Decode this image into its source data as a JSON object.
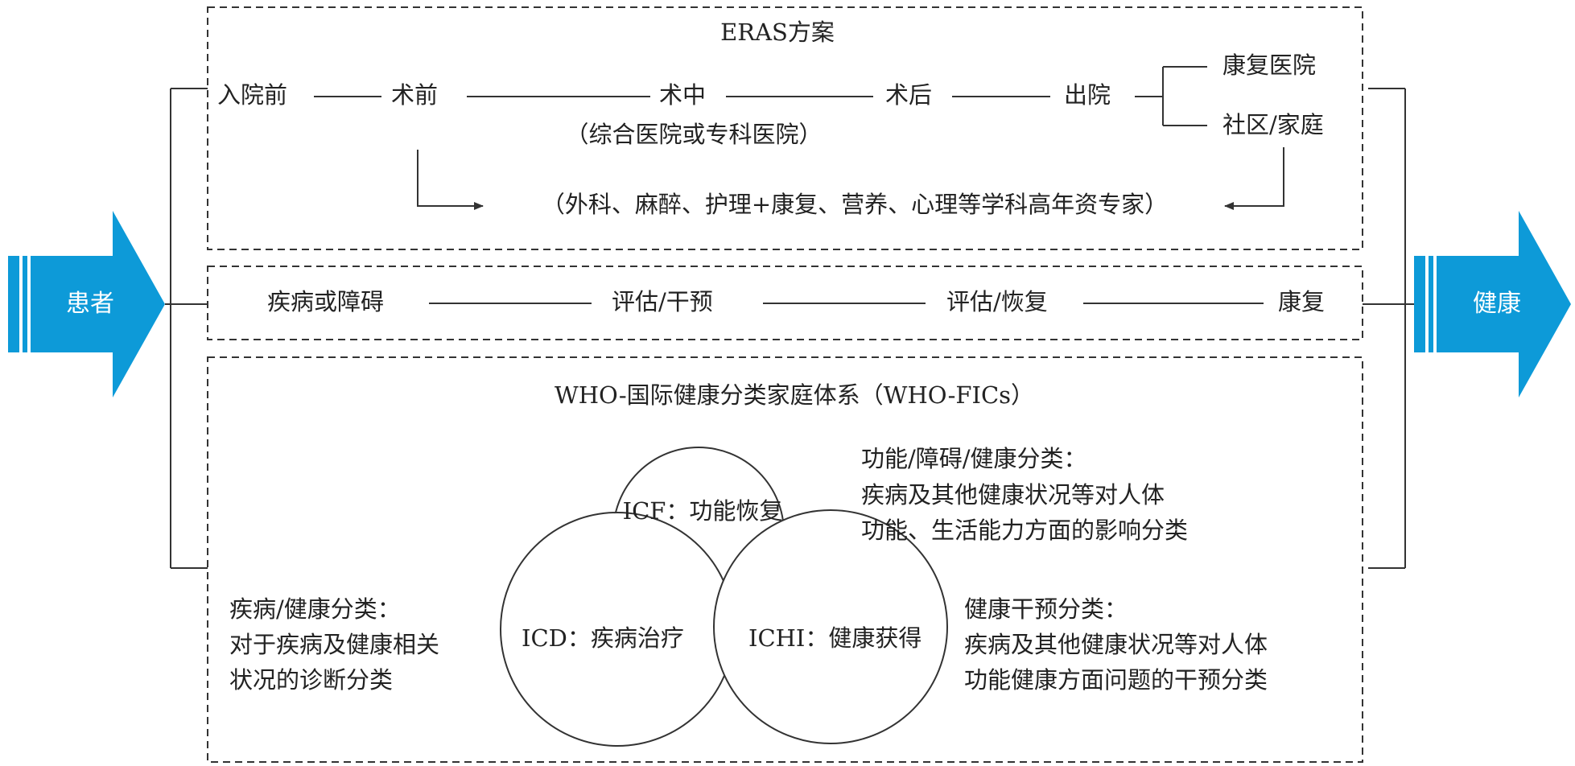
{
  "endpoints": {
    "left": "患者",
    "right": "健康",
    "arrow_color": "#0d9ad8"
  },
  "eras": {
    "title": "ERAS方案",
    "stages": [
      "入院前",
      "术前",
      "术中",
      "术后",
      "出院"
    ],
    "stage_note": "（综合医院或专科医院）",
    "destinations": [
      "康复医院",
      "社区/家庭"
    ],
    "experts": "（外科、麻醉、护理+康复、营养、心理等学科高年资专家）"
  },
  "process": {
    "steps": [
      "疾病或障碍",
      "评估/干预",
      "评估/恢复",
      "康复"
    ]
  },
  "who": {
    "title": "WHO-国际健康分类家庭体系（WHO-FICs）",
    "icf_label": "ICF：功能恢复",
    "icd_label": "ICD：疾病治疗",
    "ichi_label": "ICHI：健康获得",
    "icf_desc": [
      "功能/障碍/健康分类：",
      "疾病及其他健康状况等对人体",
      "功能、生活能力方面的影响分类"
    ],
    "icd_desc": [
      "疾病/健康分类：",
      "对于疾病及健康相关",
      "状况的诊断分类"
    ],
    "ichi_desc": [
      "健康干预分类：",
      "疾病及其他健康状况等对人体",
      "功能健康方面问题的干预分类"
    ]
  }
}
